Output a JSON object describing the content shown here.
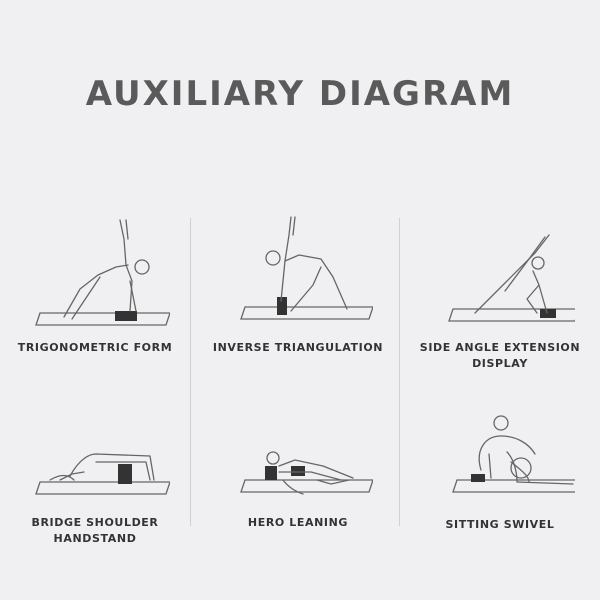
{
  "title": "AUXILIARY DIAGRAM",
  "poses": [
    {
      "label": "TRIGONOMETRIC FORM",
      "icon": "triangle-pose-icon"
    },
    {
      "label": "INVERSE TRIANGULATION",
      "icon": "revolved-triangle-pose-icon"
    },
    {
      "label": "SIDE ANGLE EXTENSION DISPLAY",
      "icon": "side-angle-pose-icon"
    },
    {
      "label": "BRIDGE SHOULDER HANDSTAND",
      "icon": "bridge-pose-icon"
    },
    {
      "label": "HERO LEANING",
      "icon": "reclining-hero-pose-icon"
    },
    {
      "label": "SITTING SWIVEL",
      "icon": "seated-twist-pose-icon"
    }
  ],
  "colors": {
    "background": "#f0f0f2",
    "title": "#5a5a5a",
    "label": "#333333",
    "block": "#333333",
    "line": "#666666"
  }
}
